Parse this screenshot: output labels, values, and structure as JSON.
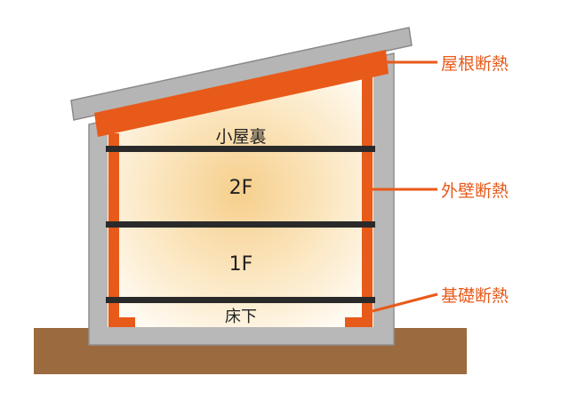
{
  "rooms": {
    "attic": "小屋裏",
    "second_floor": "2F",
    "first_floor": "1F",
    "underfloor": "床下"
  },
  "callouts": {
    "roof": "屋根断熱",
    "wall": "外壁断熱",
    "foundation": "基礎断熱"
  },
  "colors": {
    "insulation": "#e85a1a",
    "frame_gray": "#b5b5b5",
    "frame_edge": "#8c8c8c",
    "ground": "#9b6a3e",
    "floor_beam": "#2b2a2a",
    "interior_glow": "#f7d9a0"
  }
}
